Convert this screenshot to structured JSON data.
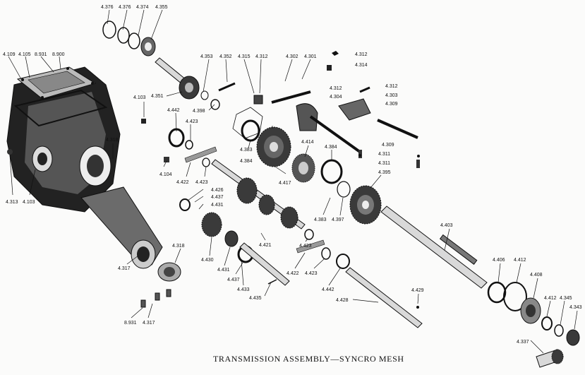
{
  "caption": "TRANSMISSION ASSEMBLY—SYNCRO MESH",
  "colors": {
    "ink": "#111111",
    "paper": "#fbfbfa",
    "metal": "#d9d9d9"
  },
  "labels": [
    {
      "id": "l1",
      "text": "4.376"
    },
    {
      "id": "l2",
      "text": "4.376"
    },
    {
      "id": "l3",
      "text": "4.374"
    },
    {
      "id": "l4",
      "text": "4.355"
    },
    {
      "id": "l5",
      "text": "4.109"
    },
    {
      "id": "l6",
      "text": "4.105"
    },
    {
      "id": "l7",
      "text": "8.931"
    },
    {
      "id": "l8",
      "text": "8.900"
    },
    {
      "id": "l9",
      "text": "4.103"
    },
    {
      "id": "l10",
      "text": "4.351"
    },
    {
      "id": "l11",
      "text": "4.353"
    },
    {
      "id": "l12",
      "text": "4.352"
    },
    {
      "id": "l13",
      "text": "4.315"
    },
    {
      "id": "l14",
      "text": "4.312"
    },
    {
      "id": "l15",
      "text": "4.302"
    },
    {
      "id": "l16",
      "text": "4.301"
    },
    {
      "id": "l17",
      "text": "4.312"
    },
    {
      "id": "l18",
      "text": "4.314"
    },
    {
      "id": "l19",
      "text": "4.398"
    },
    {
      "id": "l20",
      "text": "4.312"
    },
    {
      "id": "l21",
      "text": "4.304"
    },
    {
      "id": "l22",
      "text": "4.312"
    },
    {
      "id": "l23",
      "text": "4.303"
    },
    {
      "id": "l24",
      "text": "4.309"
    },
    {
      "id": "l25",
      "text": "4.442"
    },
    {
      "id": "l26",
      "text": "4.423"
    },
    {
      "id": "l27",
      "text": "4.318"
    },
    {
      "id": "l28",
      "text": "4.383"
    },
    {
      "id": "l29",
      "text": "4.384"
    },
    {
      "id": "l30",
      "text": "4.417"
    },
    {
      "id": "l31",
      "text": "4.414"
    },
    {
      "id": "l32",
      "text": "4.384"
    },
    {
      "id": "l33",
      "text": "4.309"
    },
    {
      "id": "l34",
      "text": "4.311"
    },
    {
      "id": "l35",
      "text": "4.311"
    },
    {
      "id": "l36",
      "text": "4.395"
    },
    {
      "id": "l37",
      "text": "4.104"
    },
    {
      "id": "l38",
      "text": "4.422"
    },
    {
      "id": "l39",
      "text": "4.423"
    },
    {
      "id": "l40",
      "text": "4.313"
    },
    {
      "id": "l41",
      "text": "4.103"
    },
    {
      "id": "l42",
      "text": "4.426"
    },
    {
      "id": "l43",
      "text": "4.437"
    },
    {
      "id": "l44",
      "text": "4.431"
    },
    {
      "id": "l45",
      "text": "4.383"
    },
    {
      "id": "l46",
      "text": "4.397"
    },
    {
      "id": "l47",
      "text": "4.421"
    },
    {
      "id": "l48",
      "text": "4.423"
    },
    {
      "id": "l49",
      "text": "4.318"
    },
    {
      "id": "l50",
      "text": "4.430"
    },
    {
      "id": "l51",
      "text": "4.431"
    },
    {
      "id": "l52",
      "text": "4.437"
    },
    {
      "id": "l53",
      "text": "4.317"
    },
    {
      "id": "l54",
      "text": "4.433"
    },
    {
      "id": "l55",
      "text": "4.422"
    },
    {
      "id": "l56",
      "text": "4.423"
    },
    {
      "id": "l57",
      "text": "4.403"
    },
    {
      "id": "l58",
      "text": "4.406"
    },
    {
      "id": "l59",
      "text": "4.412"
    },
    {
      "id": "l60",
      "text": "4.408"
    },
    {
      "id": "l61",
      "text": "4.442"
    },
    {
      "id": "l62",
      "text": "4.435"
    },
    {
      "id": "l63",
      "text": "4.429"
    },
    {
      "id": "l64",
      "text": "4.412"
    },
    {
      "id": "l65",
      "text": "4.345"
    },
    {
      "id": "l66",
      "text": "4.343"
    },
    {
      "id": "l67",
      "text": "4.428"
    },
    {
      "id": "l68",
      "text": "8.931"
    },
    {
      "id": "l69",
      "text": "4.317"
    },
    {
      "id": "l70",
      "text": "4.337"
    }
  ]
}
